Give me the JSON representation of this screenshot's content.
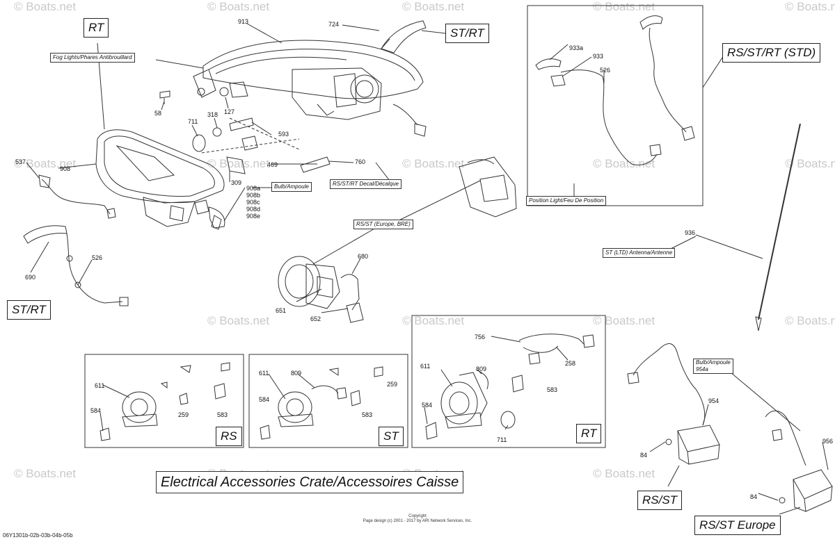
{
  "watermark": "© Boats.net",
  "variants": {
    "rt_top": "RT",
    "st_rt_top": "ST/RT",
    "rs_st_rt_std": "RS/ST/RT (STD)",
    "st_rt_left": "ST/RT",
    "rs_bottom": "RS",
    "st_bottom": "ST",
    "rt_bottom": "RT",
    "rs_st": "RS/ST",
    "rs_st_europe": "RS/ST Europe"
  },
  "boxed_labels": {
    "fog_lights": "Fog Lights/Phares Antibrouillard",
    "bulb": "Bulb/Ampoule",
    "decal": "RS/ST/RT Decal/Décalque",
    "rs_st_europe_bre": "RS/ST (Europe, BRE)",
    "position_light": "Position Light/Feu De Position",
    "antenna": "ST (LTD) Antenna/Antenne",
    "bulb_954a_title": "Bulb/Ampoule",
    "bulb_954a_num": "954a"
  },
  "part_numbers": {
    "p913": "913",
    "p724": "724",
    "p58": "58",
    "p127": "127",
    "p318": "318",
    "p711_top": "711",
    "p593": "593",
    "p537": "537",
    "p908": "908",
    "p469": "469",
    "p760": "760",
    "p309": "309",
    "p908a": "908a",
    "p908b": "908b",
    "p908c": "908c",
    "p908d": "908d",
    "p908e": "908e",
    "p526_left": "526",
    "p690": "690",
    "p933a": "933a",
    "p933": "933",
    "p526_right": "526",
    "p936": "936",
    "p680": "680",
    "p651": "651",
    "p652": "652",
    "p611_rs": "611",
    "p584_rs": "584",
    "p259_rs": "259",
    "p583_rs": "583",
    "p611_st": "611",
    "p809_st": "809",
    "p259_st": "259",
    "p584_st": "584",
    "p583_st": "583",
    "p756": "756",
    "p258": "258",
    "p611_rt": "611",
    "p809_rt": "809",
    "p584_rt": "584",
    "p583_rt": "583",
    "p711_rt": "711",
    "p954": "954",
    "p84_a": "84",
    "p956": "956",
    "p84_b": "84"
  },
  "banner": "Electrical Accessories Crate/Accessoires Caisse",
  "copyright_line1": "Copyright",
  "copyright_line2": "Page design (c) 2001 - 2017 by ARI Network Services, Inc.",
  "diagram_code": "06Y1301b-02b-03b-04b-05b"
}
